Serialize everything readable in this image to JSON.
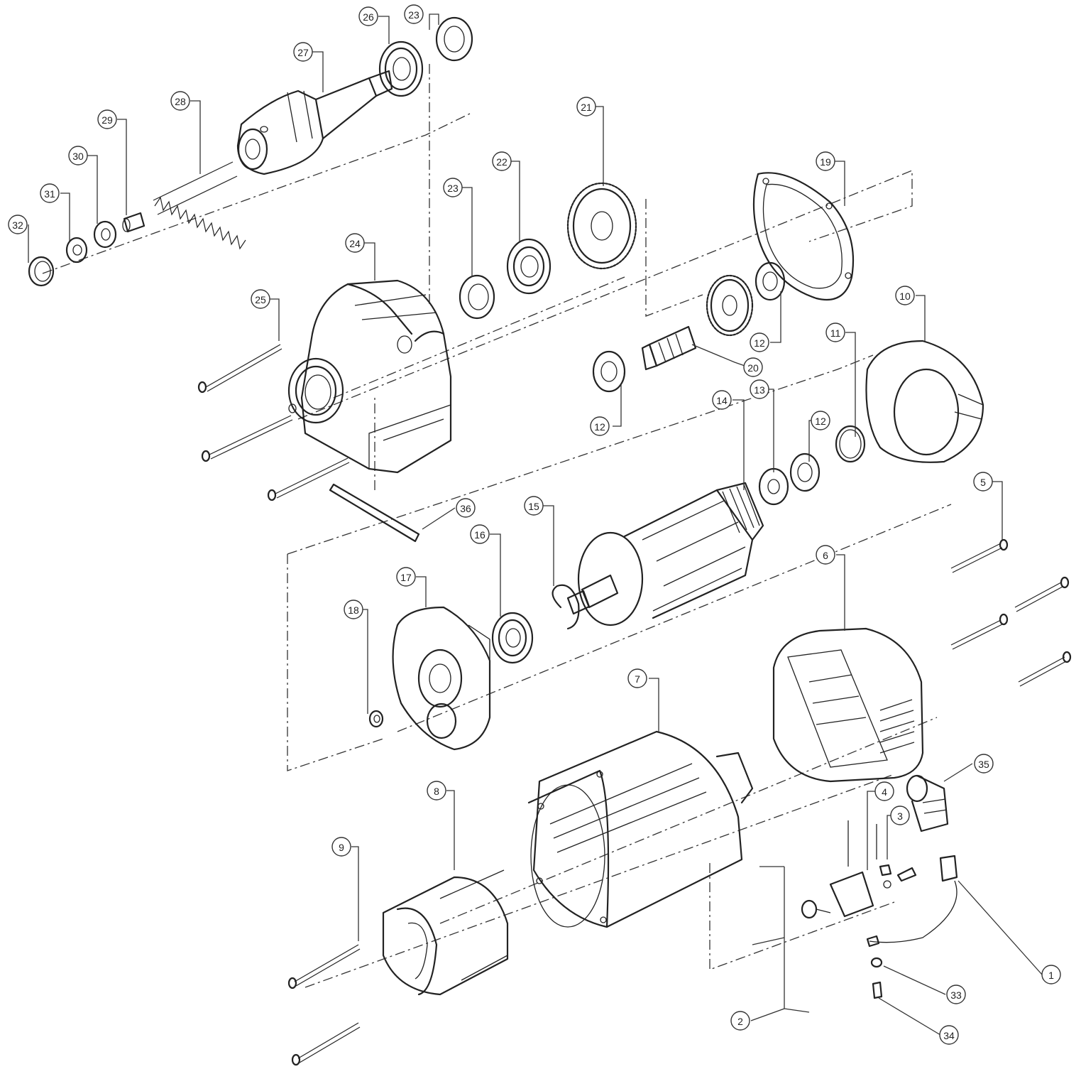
{
  "diagram": {
    "type": "exploded-parts-view",
    "callouts": [
      {
        "id": "c1",
        "label": "1"
      },
      {
        "id": "c2",
        "label": "2"
      },
      {
        "id": "c3",
        "label": "3"
      },
      {
        "id": "c4",
        "label": "4"
      },
      {
        "id": "c5",
        "label": "5"
      },
      {
        "id": "c6",
        "label": "6"
      },
      {
        "id": "c7",
        "label": "7"
      },
      {
        "id": "c8",
        "label": "8"
      },
      {
        "id": "c9",
        "label": "9"
      },
      {
        "id": "c10",
        "label": "10"
      },
      {
        "id": "c11",
        "label": "11"
      },
      {
        "id": "c12a",
        "label": "12"
      },
      {
        "id": "c12b",
        "label": "12"
      },
      {
        "id": "c12c",
        "label": "12"
      },
      {
        "id": "c13",
        "label": "13"
      },
      {
        "id": "c14",
        "label": "14"
      },
      {
        "id": "c15",
        "label": "15"
      },
      {
        "id": "c16",
        "label": "16"
      },
      {
        "id": "c17",
        "label": "17"
      },
      {
        "id": "c18",
        "label": "18"
      },
      {
        "id": "c19",
        "label": "19"
      },
      {
        "id": "c20",
        "label": "20"
      },
      {
        "id": "c21",
        "label": "21"
      },
      {
        "id": "c22",
        "label": "22"
      },
      {
        "id": "c23a",
        "label": "23"
      },
      {
        "id": "c23b",
        "label": "23"
      },
      {
        "id": "c24",
        "label": "24"
      },
      {
        "id": "c25",
        "label": "25"
      },
      {
        "id": "c26",
        "label": "26"
      },
      {
        "id": "c27",
        "label": "27"
      },
      {
        "id": "c28",
        "label": "28"
      },
      {
        "id": "c29",
        "label": "29"
      },
      {
        "id": "c30",
        "label": "30"
      },
      {
        "id": "c31",
        "label": "31"
      },
      {
        "id": "c32",
        "label": "32"
      },
      {
        "id": "c33",
        "label": "33"
      },
      {
        "id": "c34",
        "label": "34"
      },
      {
        "id": "c35",
        "label": "35"
      },
      {
        "id": "c36",
        "label": "36"
      }
    ]
  }
}
